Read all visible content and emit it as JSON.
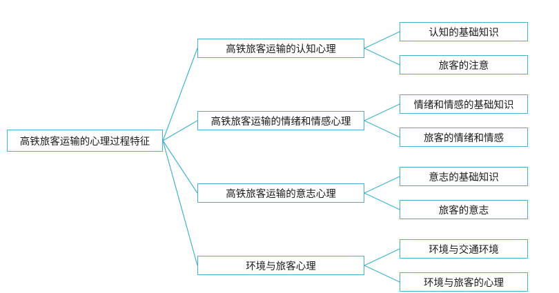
{
  "colors": {
    "border": "#3fb3cf",
    "line": "#3fb3cf",
    "text": "#1a1a1a"
  },
  "root": {
    "label": "高铁旅客运输的心理过程特征"
  },
  "branches": [
    {
      "label": "高铁旅客运输的认知心理",
      "children": [
        "认知的基础知识",
        "旅客的注意"
      ]
    },
    {
      "label": "高铁旅客运输的情绪和情感心理",
      "children": [
        "情绪和情感的基础知识",
        "旅客的情绪和情感"
      ]
    },
    {
      "label": "高铁旅客运输的意志心理",
      "children": [
        "意志的基础知识",
        "旅客的意志"
      ]
    },
    {
      "label": "环境与旅客心理",
      "children": [
        "环境与交通环境",
        "环境与旅客的心理"
      ]
    }
  ]
}
